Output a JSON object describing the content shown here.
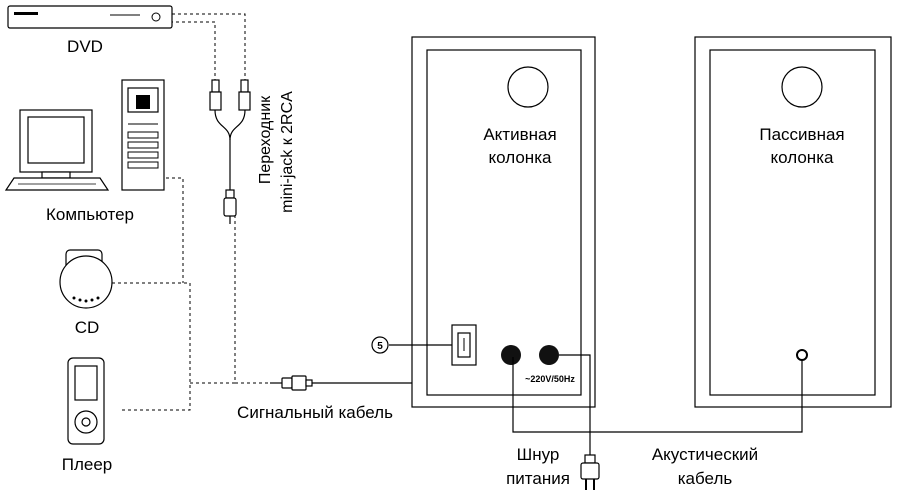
{
  "sources": {
    "dvd_label": "DVD",
    "computer_label": "Компьютер",
    "cd_label": "CD",
    "player_label": "Плеер"
  },
  "adapter": {
    "line1": "Переходник",
    "line2": "mini-jack к 2RCA"
  },
  "signal_cable_label": "Сигнальный кабель",
  "active_speaker": {
    "line1": "Активная",
    "line2": "колонка"
  },
  "passive_speaker": {
    "line1": "Пассивная",
    "line2": "колонка"
  },
  "power_switch_number": "5",
  "power_spec": "~220V/50Hz",
  "power_cord": {
    "line1": "Шнур",
    "line2": "питания"
  },
  "speaker_cable": {
    "line1": "Акустический",
    "line2": "кабель"
  }
}
